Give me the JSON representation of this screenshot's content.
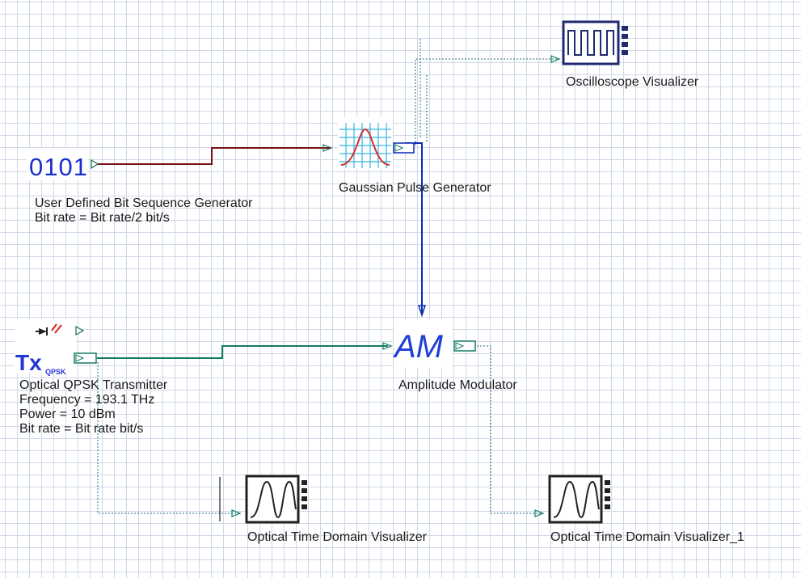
{
  "components": {
    "bitgen": {
      "name": "User Defined Bit Sequence Generator",
      "param": "Bit rate = Bit rate/2  bit/s",
      "icon": "bit-sequence-icon",
      "glyph": "0101"
    },
    "gauss": {
      "name": "Gaussian Pulse Generator",
      "icon": "gaussian-pulse-icon"
    },
    "scope": {
      "name": "Oscilloscope Visualizer",
      "icon": "oscilloscope-icon"
    },
    "qpsk": {
      "name": "Optical QPSK Transmitter",
      "params": [
        "Frequency = 193.1  THz",
        "Power = 10  dBm",
        "Bit rate = Bit rate  bit/s"
      ],
      "icon": "qpsk-transmitter-icon",
      "glyph": "Tx",
      "glyph_sub": "QPSK"
    },
    "am": {
      "name": "Amplitude Modulator",
      "icon": "amplitude-modulator-icon",
      "glyph": "AM"
    },
    "otdv": {
      "name": "Optical Time Domain Visualizer",
      "icon": "optical-time-domain-icon"
    },
    "otdv1": {
      "name": "Optical Time Domain Visualizer_1",
      "icon": "optical-time-domain-icon"
    }
  },
  "colors": {
    "electrical_link": "#7b1111",
    "blue_link": "#0b2bb5",
    "optical_link": "#137a62",
    "monitor_link": "#1f6e8a",
    "port": "#1a6e5a",
    "grid": "#cfd8e6"
  }
}
